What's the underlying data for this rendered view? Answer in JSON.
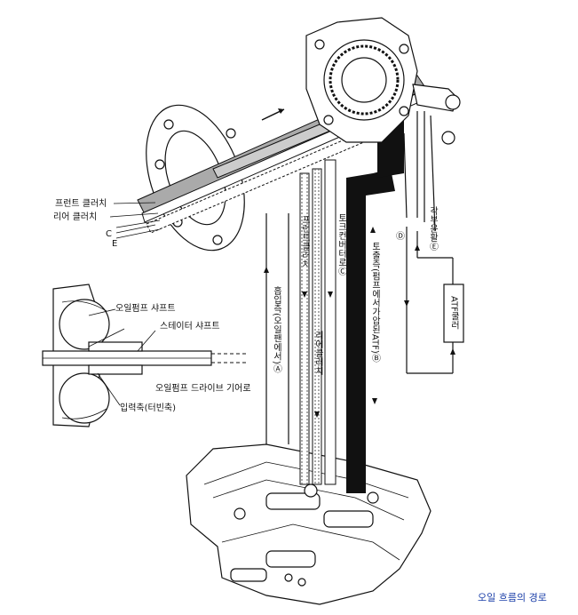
{
  "labels": {
    "front_clutch": "프런트 클러치",
    "rear_clutch": "리어 클러치",
    "c": "C",
    "e": "E",
    "oil_pump_shaft": "오일펌프 샤프트",
    "stator_shaft": "스테이터 샤프트",
    "oil_pump_drive_gear": "오일펌프 드라이브 기어로",
    "input_shaft": "입력축(터빈축)",
    "path_a": "흡입측(오일팬에서)Ⓐ",
    "path_front_clutch": "프런트클러치",
    "path_rear_clutch": "리어클러치",
    "path_c": "토크컨버터로Ⓒ",
    "path_b": "토출측(펌프에서가압된ATF)Ⓑ",
    "path_d": "Ⓓ",
    "path_e": "각부윤활Ⓔ",
    "atf_cooler": "ATF쿨러"
  },
  "caption": "오일 흐름의 경로"
}
